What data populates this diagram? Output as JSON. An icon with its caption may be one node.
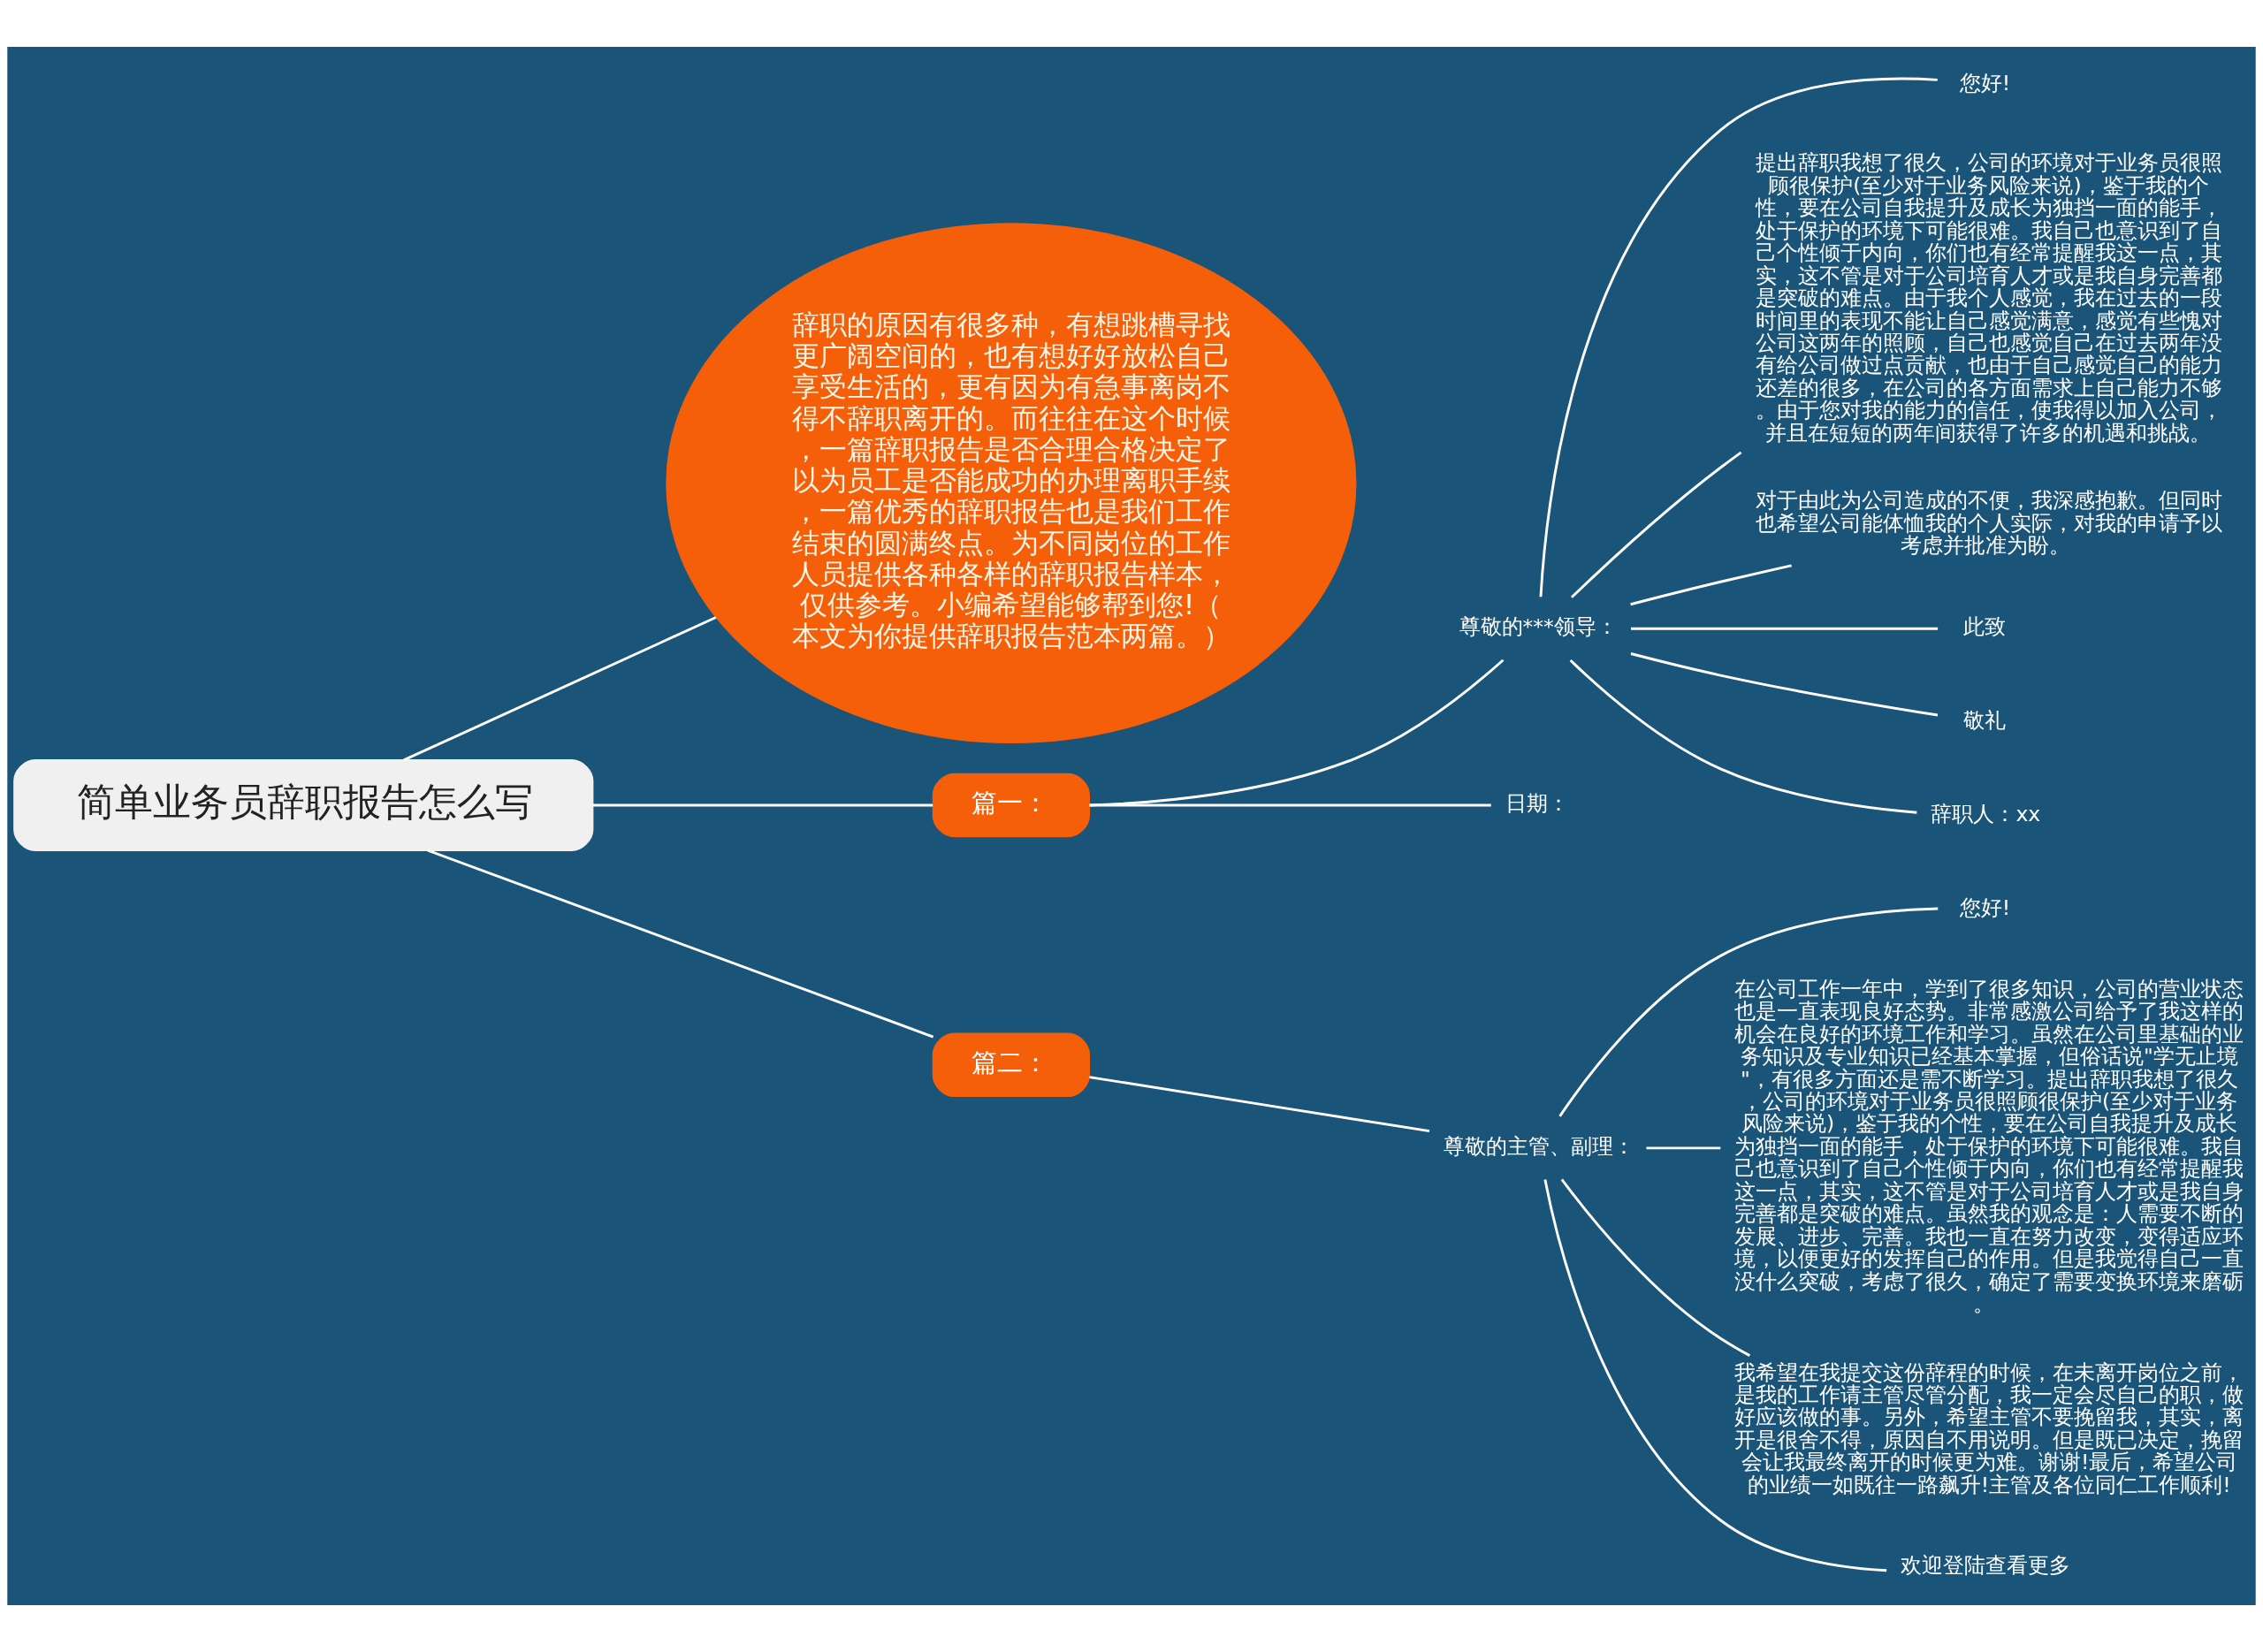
{
  "diagram": {
    "nodes": [
      {
        "text": [
          "简单业务员辞职报告怎么写"
        ]
      },
      {
        "text": [
          "辞职的原因有很多种，有想跳槽寻找更广阔空间的，也有想好好放松自己享受生活的，更有因为有急事离岗不得不辞职离开的。而往往在这个时候，一篇辞职报告是否合理合格决定了以为员工是否能成功的办理离职手续，一篇优秀的辞职报告也是我们工作结束的圆满终点。为不同岗位的工作人员提供各种各样的辞职报告样本，仅供参考。小编希望能够帮到您!（本文为你提供辞职报告范本两篇。）"
        ]
      },
      {
        "text": [
          "篇一："
        ]
      },
      {
        "text": [
          "尊敬的***领导："
        ]
      },
      {
        "text": [
          "您好!"
        ]
      },
      {
        "text": [
          "提出辞职我想了很久，公司的环境对于业务员很照顾很保护(至少对于业务风险来说)，鉴于我的个性，要在公司自我提升及成长为独挡一面的能手，处于保护的环境下可能很难。我自己也意识到了自己个性倾于内向，你们也有经常提醒我这一点，其实，这不管是对于公司培育人才或是我自身完善都是突破的难点。由于我个人感觉，我在过去的一段时间里的表现不能让自己感觉满意，感觉有些愧对公司这两年的照顾，自己也感觉自己在过去两年没有给公司做过点贡献，也由于自己感觉自己的能力还差的很多，在公司的各方面需求上自己能力不够。由于您对我的能力的信任，使我得以加入公司，并且在短短的两年间获得了许多的机遇和挑战。"
        ]
      },
      {
        "text": [
          "对于由此为公司造成的不便，我深感抱歉。但同时也希望公司能体恤我的个人实际，对我的申请予以考虑并批准为盼。"
        ]
      },
      {
        "text": [
          "此致"
        ]
      },
      {
        "text": [
          "敬礼"
        ]
      },
      {
        "text": [
          "辞职人：xx"
        ]
      },
      {
        "text": [
          "日期："
        ]
      },
      {
        "text": [
          "篇二："
        ]
      },
      {
        "text": [
          "尊敬的主管、副理："
        ]
      },
      {
        "text": [
          "您好!"
        ]
      },
      {
        "text": [
          "在公司工作一年中，学到了很多知识，公司的营业状态也是一直表现良好态势。非常感激公司给予了我这样的机会在良好的环境工作和学习。虽然在公司里基础的业务知识及专业知识已经基本掌握，但俗话说\"学无止境\"，有很多方面还是需不断学习。提出辞职我想了很久，公司的环境对于业务员很照顾很保护(至少对于业务风险来说)，鉴于我的个性，要在公司自我提升及成长为独挡一面的能手，处于保护的环境下可能很难。我自己也意识到了自己个性倾于内向，你们也有经常提醒我这一点，其实，这不管是对于公司培育人才或是我自身完善都是突破的难点。虽然我的观念是：人需要不断的发展、进步、完善。我也一直在努力改变，变得适应环境，以便更好的发挥自己的作用。但是我觉得自己一直没什么突破，考虑了很久，确定了需要变换环境来磨砺。"
        ]
      },
      {
        "text": [
          "我希望在我提交这份辞程的时候，在未离开岗位之前，是我的工作请主管尽管分配，我一定会尽自己的职，做好应该做的事。另外，希望主管不要挽留我，其实，离开是很舍不得，原因自不用说明。但是既已决定，挽留会让我最终离开的时候更为难。谢谢!最后，希望公司的业绩一如既往一路飙升!主管及各位同仁工作顺利!"
        ]
      },
      {
        "text": [
          "欢迎登陆查看更多"
        ]
      }
    ],
    "edges": [
      {
        "from": 0,
        "to": 1,
        "arrow": "none"
      },
      {
        "from": 0,
        "to": 2,
        "arrow": "none"
      },
      {
        "from": 2,
        "to": 3,
        "arrow": "none"
      },
      {
        "from": 3,
        "to": 4,
        "arrow": "none"
      },
      {
        "from": 3,
        "to": 5,
        "arrow": "none"
      },
      {
        "from": 3,
        "to": 6,
        "arrow": "none"
      },
      {
        "from": 3,
        "to": 7,
        "arrow": "none"
      },
      {
        "from": 3,
        "to": 8,
        "arrow": "none"
      },
      {
        "from": 3,
        "to": 9,
        "arrow": "none"
      },
      {
        "from": 2,
        "to": 10,
        "arrow": "none"
      },
      {
        "from": 0,
        "to": 11,
        "arrow": "none"
      },
      {
        "from": 11,
        "to": 12,
        "arrow": "none"
      },
      {
        "from": 12,
        "to": 13,
        "arrow": "none"
      },
      {
        "from": 12,
        "to": 14,
        "arrow": "none"
      },
      {
        "from": 12,
        "to": 15,
        "arrow": "none"
      },
      {
        "from": 12,
        "to": 16,
        "arrow": "none"
      }
    ]
  }
}
